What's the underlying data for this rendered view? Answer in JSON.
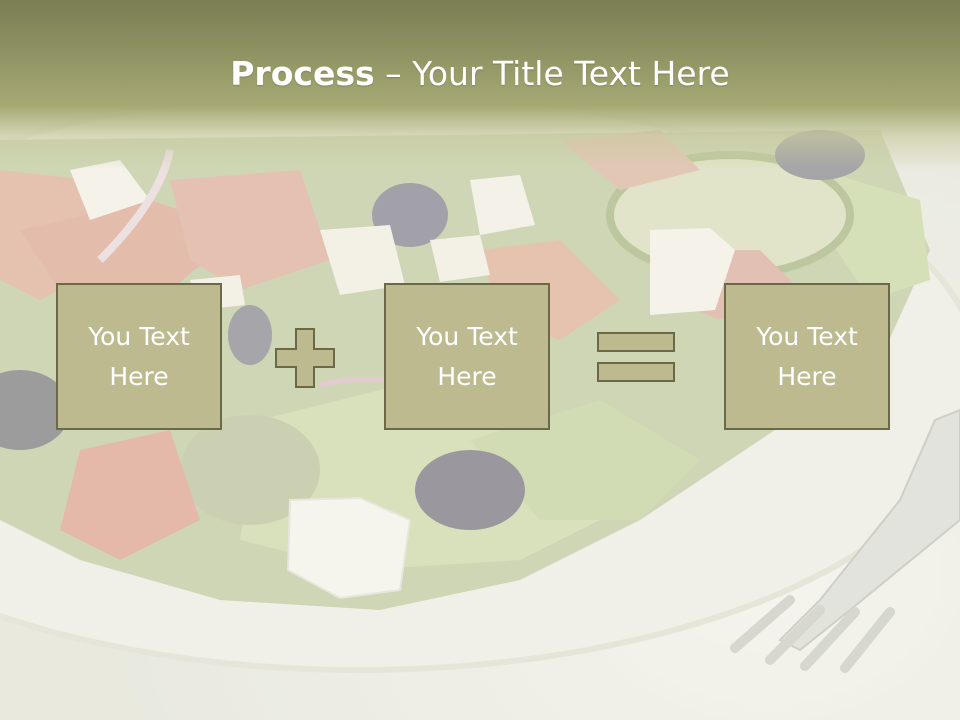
{
  "slide": {
    "title": {
      "bold": "Process",
      "rest": " – Your Title Text Here"
    },
    "boxes": [
      {
        "text": "You Text Here"
      },
      {
        "text": "You Text Here"
      },
      {
        "text": "You Text Here"
      }
    ],
    "operators": [
      "plus-icon",
      "equals-icon"
    ],
    "colors": {
      "header": "#8e9262",
      "box_fill": "#bdba90",
      "box_border": "#6b6a47",
      "text": "#ffffff"
    }
  }
}
